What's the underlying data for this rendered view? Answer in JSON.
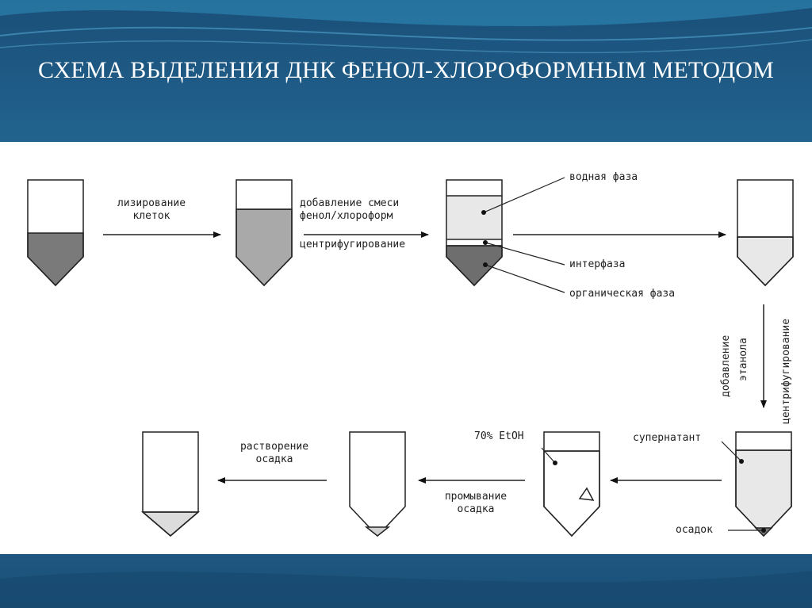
{
  "slide": {
    "title": "СХЕМА ВЫДЕЛЕНИЯ ДНК ФЕНОЛ-ХЛОРОФОРМНЫМ МЕТОДОМ"
  },
  "diagram": {
    "step1": {
      "line1": "лизирование",
      "line2": "клеток"
    },
    "step2": {
      "line1": "добавление смеси",
      "line2": "фенол/хлороформ",
      "line3": "центрифугирование"
    },
    "phases": {
      "aqueous": "водная фаза",
      "interphase": "интерфаза",
      "organic": "органическая фаза"
    },
    "step3": {
      "line1": "добавление",
      "line2": "этанола",
      "line3": "центрифугирование"
    },
    "labels": {
      "supernatant": "супернатант",
      "pellet": "осадок",
      "ethanol70": "70% EtOH"
    },
    "step4": {
      "line1": "промывание",
      "line2": "осадка"
    },
    "step5": {
      "line1": "растворение",
      "line2": "осадка"
    }
  },
  "colors": {
    "background": "#1d5e86",
    "panel": "#ffffff",
    "fill_dark": "#7a7a7a",
    "fill_medium": "#a9a9a9",
    "fill_light": "#d0d0d0",
    "fill_lighter": "#e8e8e8"
  }
}
